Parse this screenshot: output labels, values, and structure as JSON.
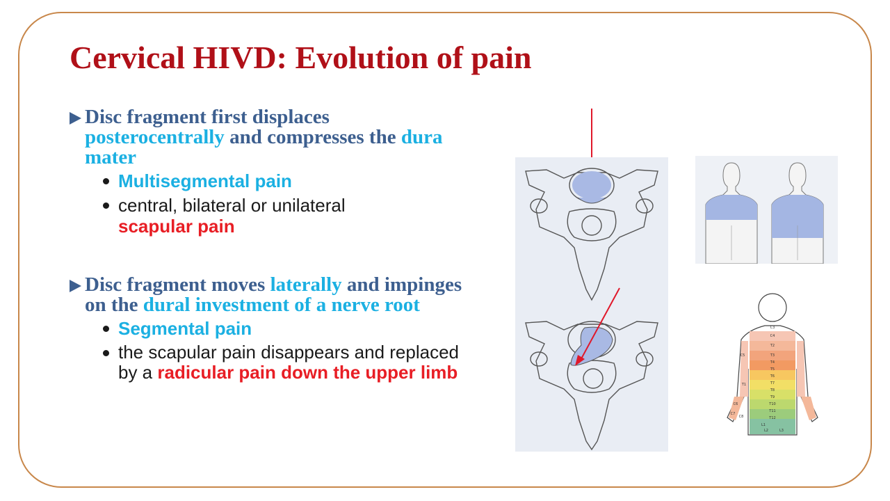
{
  "slide": {
    "title": "Cervical HIVD: Evolution of pain",
    "bullet1": {
      "t1": "Disc fragment first displaces ",
      "t2": "posterocentrally",
      "t3": " and compresses the ",
      "t4": "dura mater",
      "sub1": "Multisegmental pain",
      "sub2a": "central, bilateral or unilateral ",
      "sub2b": "scapular pain"
    },
    "bullet2": {
      "t1": "Disc fragment moves ",
      "t2": "laterally",
      "t3": " and impinges on the ",
      "t4": "dural investment of a nerve root",
      "sub1": "Segmental pain",
      "sub2a": "the scapular pain disappears and replaced by a ",
      "sub2b": "radicular pain down the upper limb"
    }
  },
  "figures": {
    "dermatome_labels": [
      "C3",
      "C4",
      "T2",
      "T3",
      "T4",
      "T5",
      "T6",
      "T7",
      "T8",
      "T9",
      "T10",
      "T11",
      "T12",
      "L1",
      "L2",
      "L3",
      "C5",
      "T1",
      "C6",
      "C7",
      "C8"
    ]
  },
  "colors": {
    "title": "#b01018",
    "heading": "#3d5f8f",
    "highlight": "#1bb0e2",
    "emphasis": "#e81e25",
    "frame": "#c8874a",
    "arrow": "#e0182a"
  }
}
